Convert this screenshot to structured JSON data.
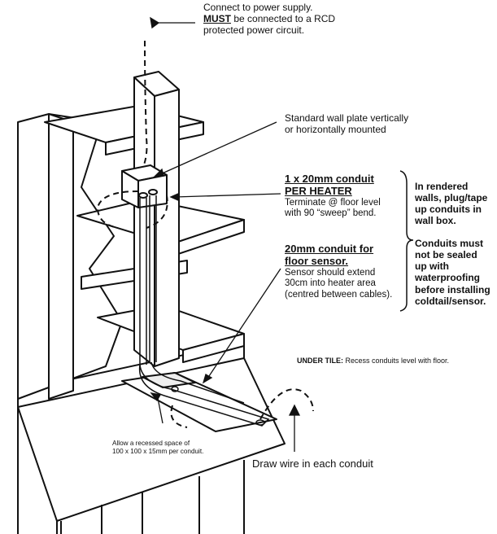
{
  "power": {
    "line1": "Connect to power supply.",
    "must": "MUST",
    "line2_rest": " be connected to a RCD",
    "line3": "protected power circuit."
  },
  "wall_plate": {
    "line1": "Standard wall plate vertically",
    "line2": "or horizontally mounted"
  },
  "heater_conduit": {
    "title1": "1 x 20mm conduit",
    "title2": "PER HEATER",
    "line1": "Terminate @ floor level",
    "line2": "with 90 “sweep” bend."
  },
  "sensor_conduit": {
    "title1": "20mm conduit for",
    "title2": "floor sensor.",
    "line1": "Sensor should extend",
    "line2": "30cm into heater area",
    "line3": "(centred between cables)."
  },
  "rendered": {
    "line1": "In rendered",
    "line2": "walls, plug/tape",
    "line3": "up conduits in",
    "line4": "wall box."
  },
  "sealed": {
    "line1": "Conduits must",
    "line2": "not be sealed",
    "line3": "up with",
    "line4": "waterproofing",
    "line5": "before installing",
    "line6": "coldtail/sensor."
  },
  "under_tile": {
    "label": "UNDER TILE:",
    "rest": " Recess conduits level with floor."
  },
  "recess": {
    "line1": "Allow a recessed space of",
    "line2": "100 x 100 x 15mm per conduit."
  },
  "draw_wire": "Draw wire in each conduit"
}
